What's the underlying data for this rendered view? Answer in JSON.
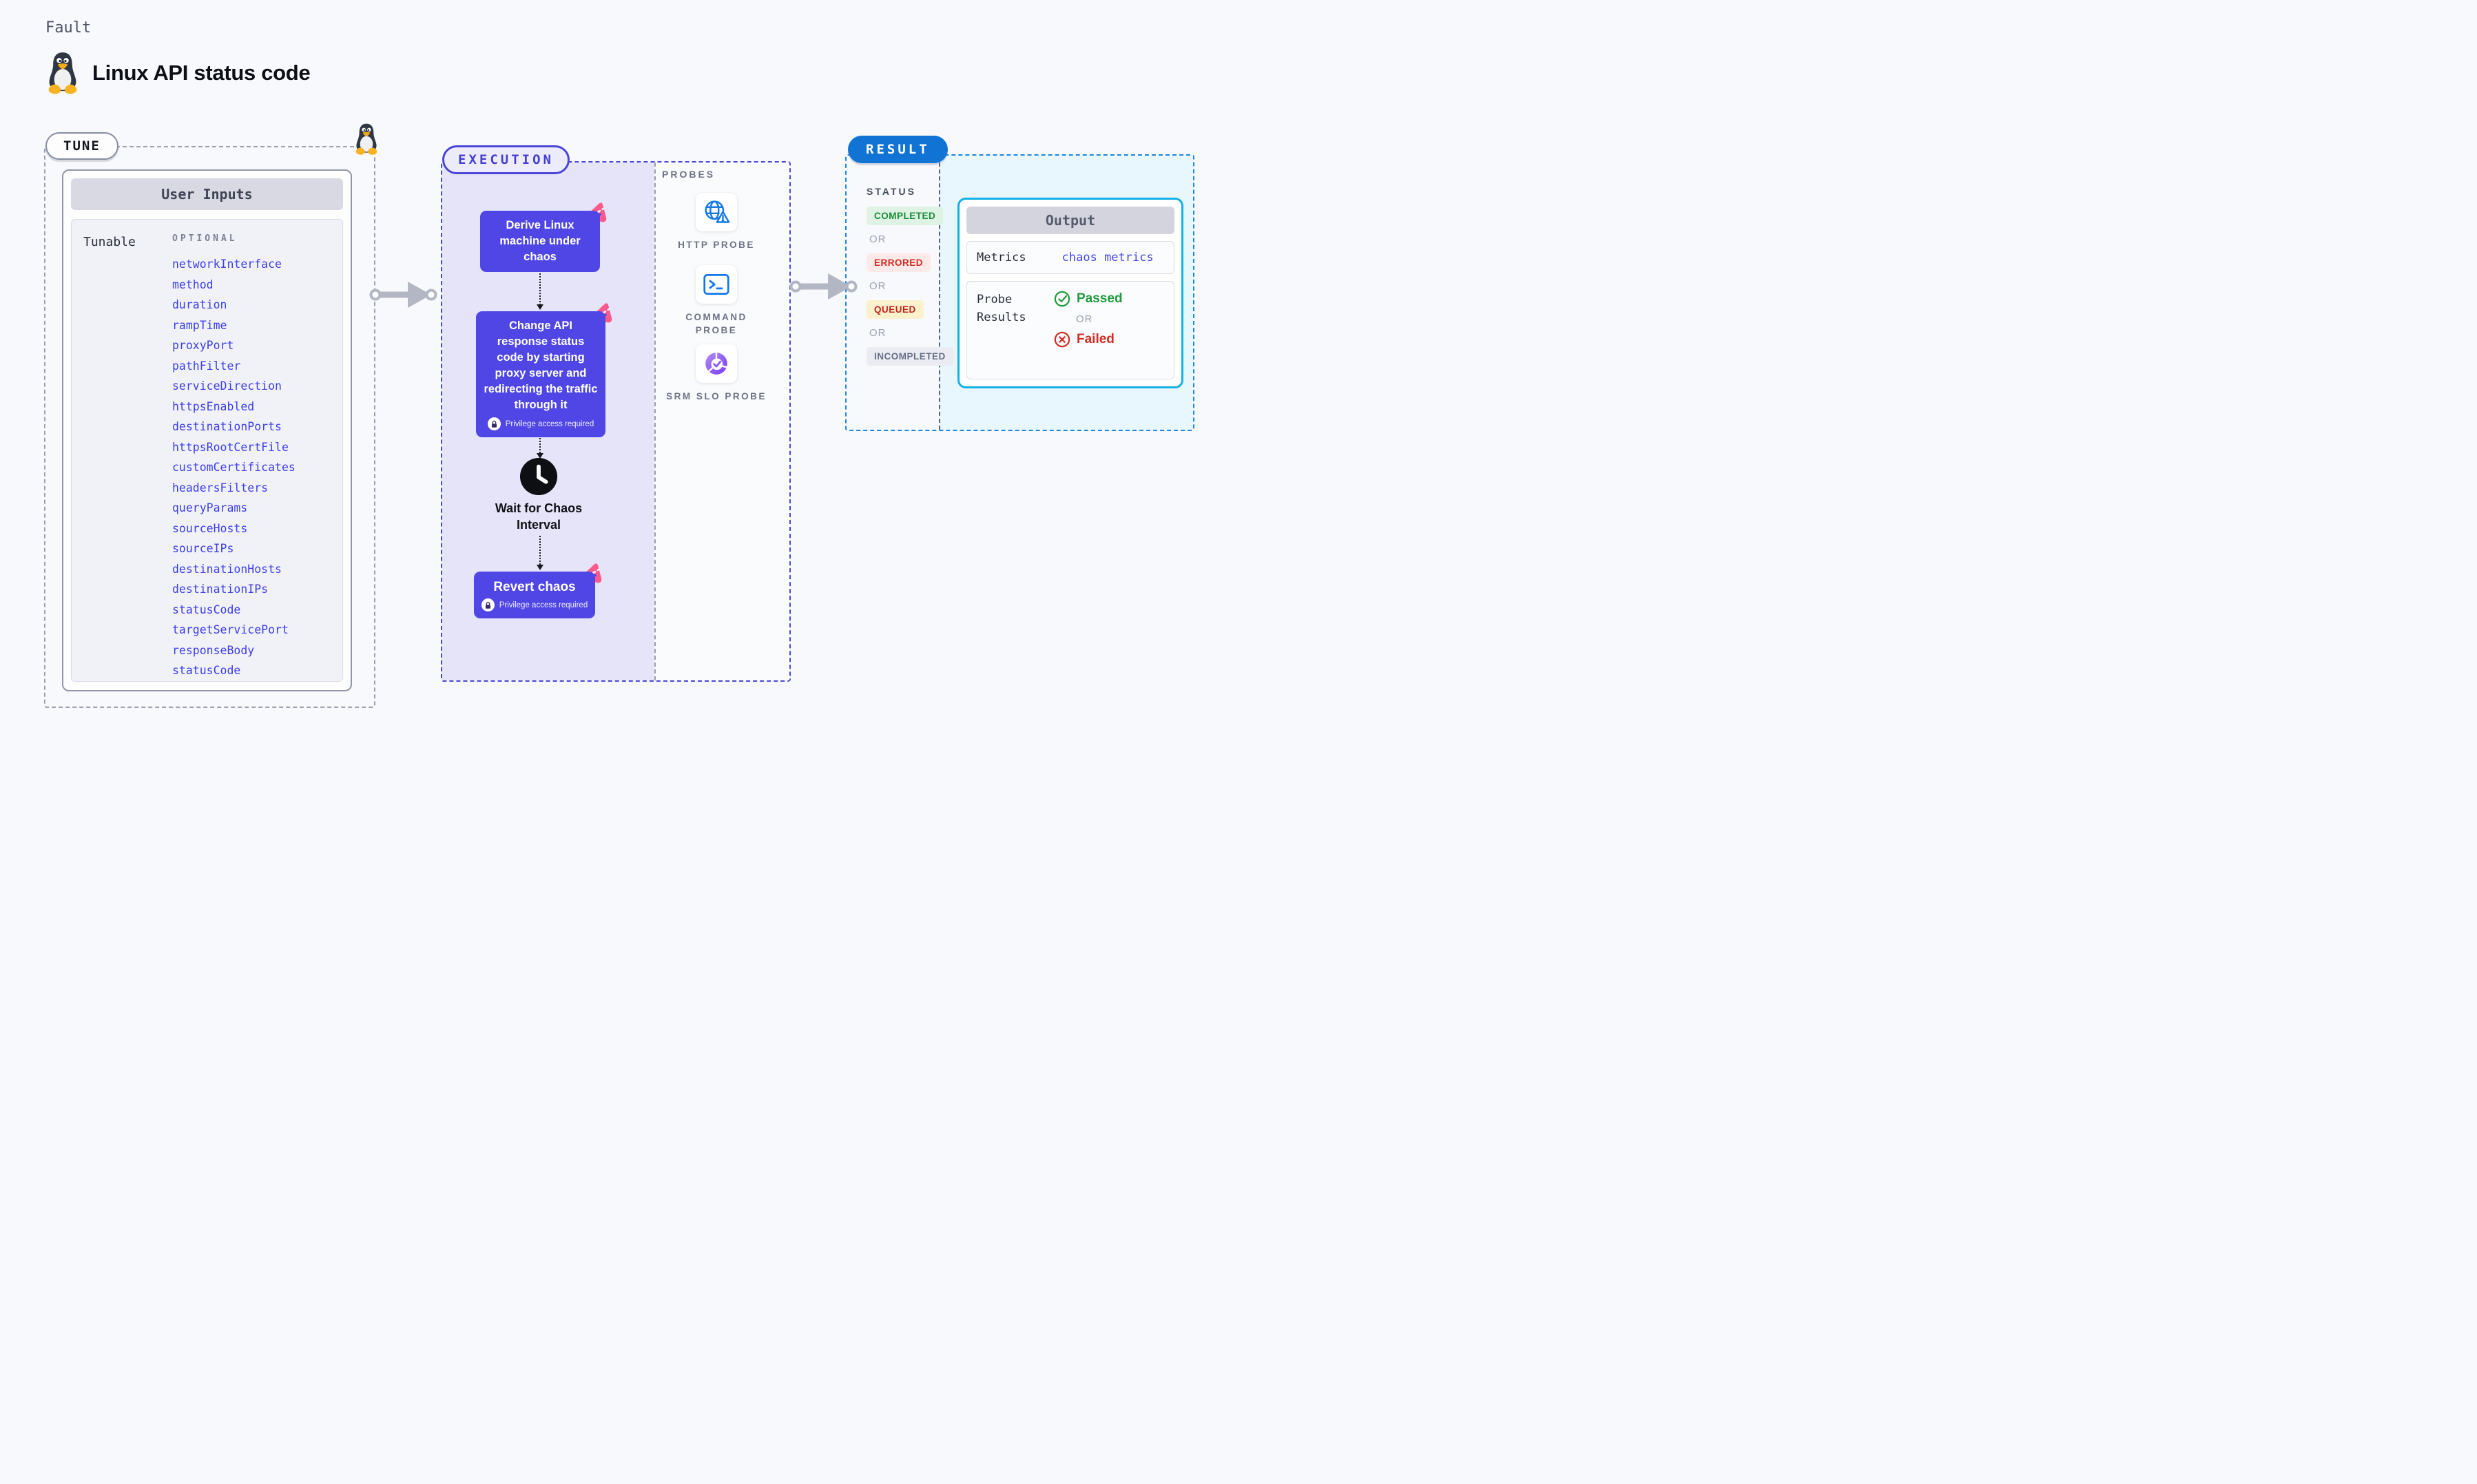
{
  "header": {
    "category": "Fault",
    "title": "Linux API status code"
  },
  "tune": {
    "label": "TUNE",
    "card_title": "User Inputs",
    "row_label": "Tunable",
    "column_label": "OPTIONAL",
    "params": [
      "networkInterface",
      "method",
      "duration",
      "rampTime",
      "proxyPort",
      "pathFilter",
      "serviceDirection",
      "httpsEnabled",
      "destinationPorts",
      "httpsRootCertFile",
      "customCertificates",
      "headersFilters",
      "queryParams",
      "sourceHosts",
      "sourceIPs",
      "destinationHosts",
      "destinationIPs",
      "statusCode",
      "targetServicePort",
      "responseBody",
      "statusCode"
    ]
  },
  "execution": {
    "label": "EXECUTION",
    "privilege_label": "Privilege access required",
    "steps": {
      "derive": "Derive Linux machine under chaos",
      "inject": "Change API response status code by starting proxy server and redirecting the traffic through it",
      "wait": "Wait for Chaos Interval",
      "revert": "Revert chaos"
    }
  },
  "probes": {
    "label": "PROBES",
    "items": [
      {
        "label": "HTTP PROBE",
        "icon": "globe-alert-icon"
      },
      {
        "label": "COMMAND PROBE",
        "icon": "terminal-icon"
      },
      {
        "label": "SRM SLO PROBE",
        "icon": "slo-donut-icon"
      }
    ]
  },
  "result": {
    "label": "RESULT",
    "status_heading": "STATUS",
    "or_label": "OR",
    "statuses": [
      {
        "label": "COMPLETED",
        "bg": "#def3e3",
        "color": "#1a8a38"
      },
      {
        "label": "ERRORED",
        "bg": "#fce9e8",
        "color": "#d02b23"
      },
      {
        "label": "QUEUED",
        "bg": "#fbf1cd",
        "color": "#c5231d"
      },
      {
        "label": "INCOMPLETED",
        "bg": "#ebecf3",
        "color": "#686f85"
      }
    ],
    "output": {
      "title": "Output",
      "metrics_label": "Metrics",
      "metrics_value": "chaos metrics",
      "probe_results_label": "Probe Results",
      "passed_label": "Passed",
      "failed_label": "Failed",
      "or_label": "OR"
    }
  },
  "colors": {
    "accent_indigo": "#4f46e5",
    "chaos_pink": "#fb5a8a",
    "probe_blue": "#1478e8",
    "slo_purple": "#7c3aed",
    "result_blue": "#1173d4",
    "output_border": "#12b0e6",
    "passed_green": "#1d9b3c",
    "failed_red": "#d32b20"
  }
}
